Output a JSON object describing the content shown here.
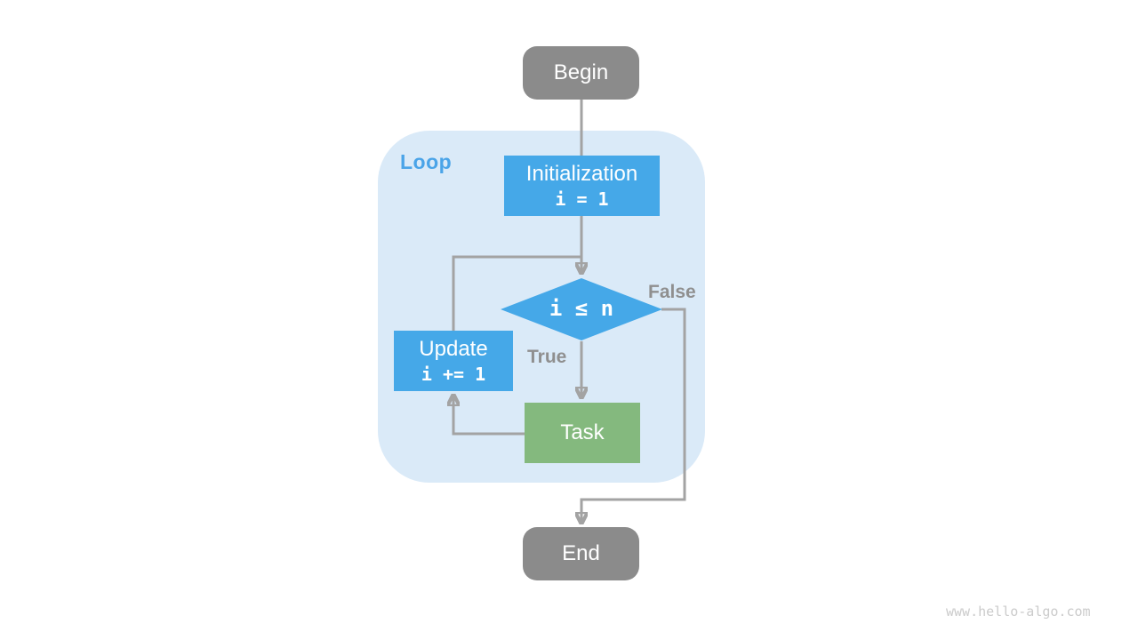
{
  "diagram": {
    "loop_label": "Loop",
    "nodes": {
      "begin": {
        "label": "Begin"
      },
      "initialization": {
        "label": "Initialization",
        "code": "i = 1"
      },
      "condition": {
        "code": "i ≤ n"
      },
      "update": {
        "label": "Update",
        "code": "i += 1"
      },
      "task": {
        "label": "Task"
      },
      "end": {
        "label": "End"
      }
    },
    "edge_labels": {
      "true_branch": "True",
      "false_branch": "False"
    },
    "watermark": "www.hello-algo.com",
    "colors": {
      "node_blue": "#45a8e8",
      "node_green": "#84b97e",
      "node_gray": "#8b8b8b",
      "loop_background": "#daeaf8",
      "loop_label_blue": "#4aa4e8",
      "connector_gray": "#a3a3a3",
      "branch_label_gray": "#8f8f8f",
      "watermark_gray": "#cbcbcb"
    }
  }
}
